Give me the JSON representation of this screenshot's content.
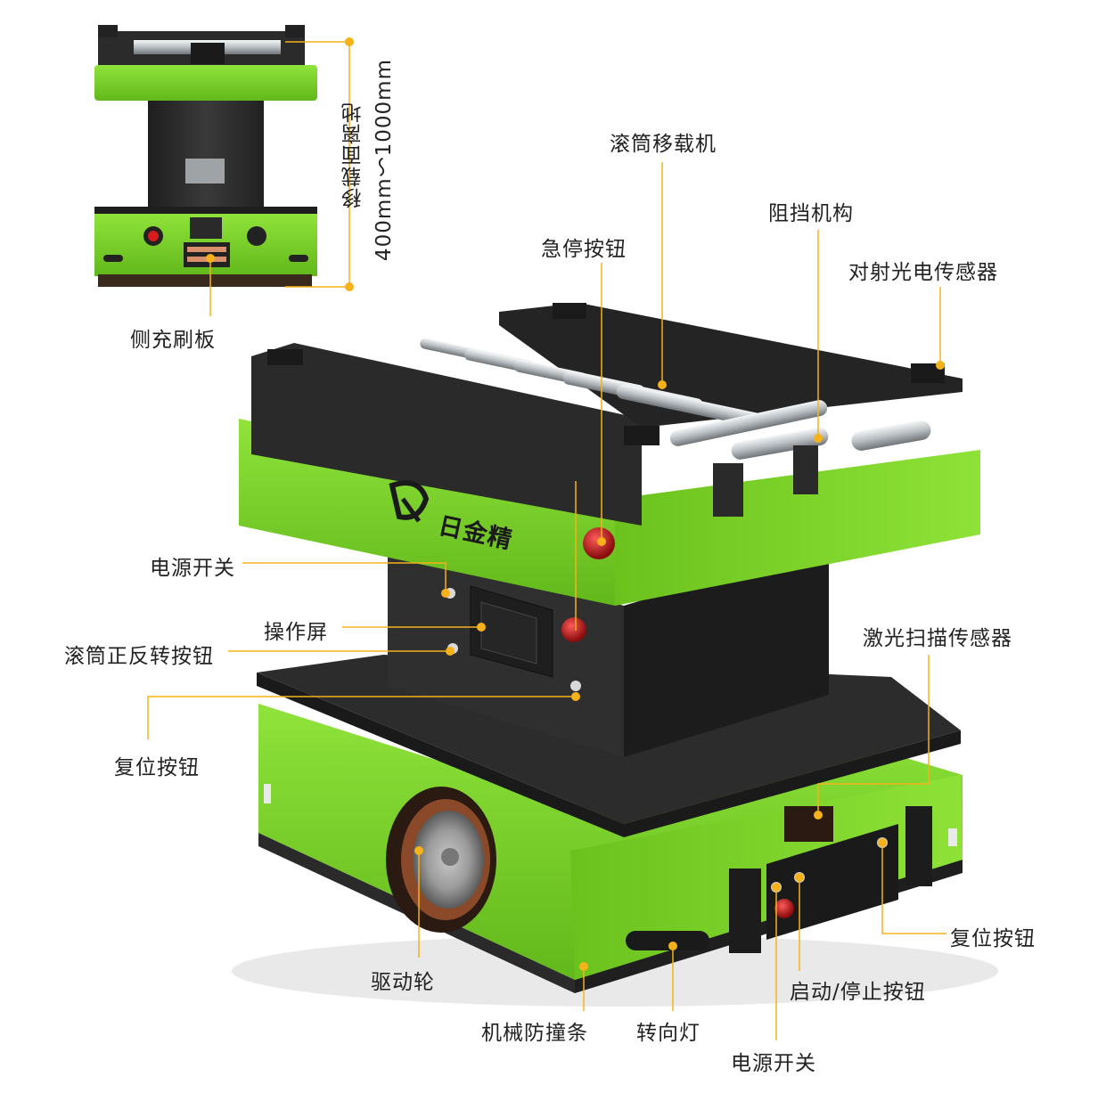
{
  "colors": {
    "body_green": "#7ed321",
    "body_green_dark": "#5fa318",
    "frame_dark": "#2b2b2b",
    "leader_orange": "#f5b21a",
    "roller_silver": "#cfd3d6"
  },
  "brand": {
    "name": "日金精",
    "logo_icon": "rjj-logo-icon"
  },
  "labels": {
    "roller_transfer": "滚筒移载机",
    "blocking_mechanism": "阻挡机构",
    "emergency_stop": "急停按钮",
    "photoelectric_sensor": "对射光电传感器",
    "power_switch_left": "电源开关",
    "operation_screen": "操作屏",
    "roller_direction_button": "滚筒正反转按钮",
    "reset_button_left": "复位按钮",
    "laser_scanner": "激光扫描传感器",
    "reset_button_right": "复位按钮",
    "start_stop_button": "启动/停止按钮",
    "power_switch_bottom": "电源开关",
    "turn_light": "转向灯",
    "mechanical_bumper": "机械防撞条",
    "drive_wheel": "驱动轮",
    "side_charging_brush": "侧充刷板",
    "height_range_label": "移载面离地",
    "height_range_value": "400mm～1000mm"
  }
}
